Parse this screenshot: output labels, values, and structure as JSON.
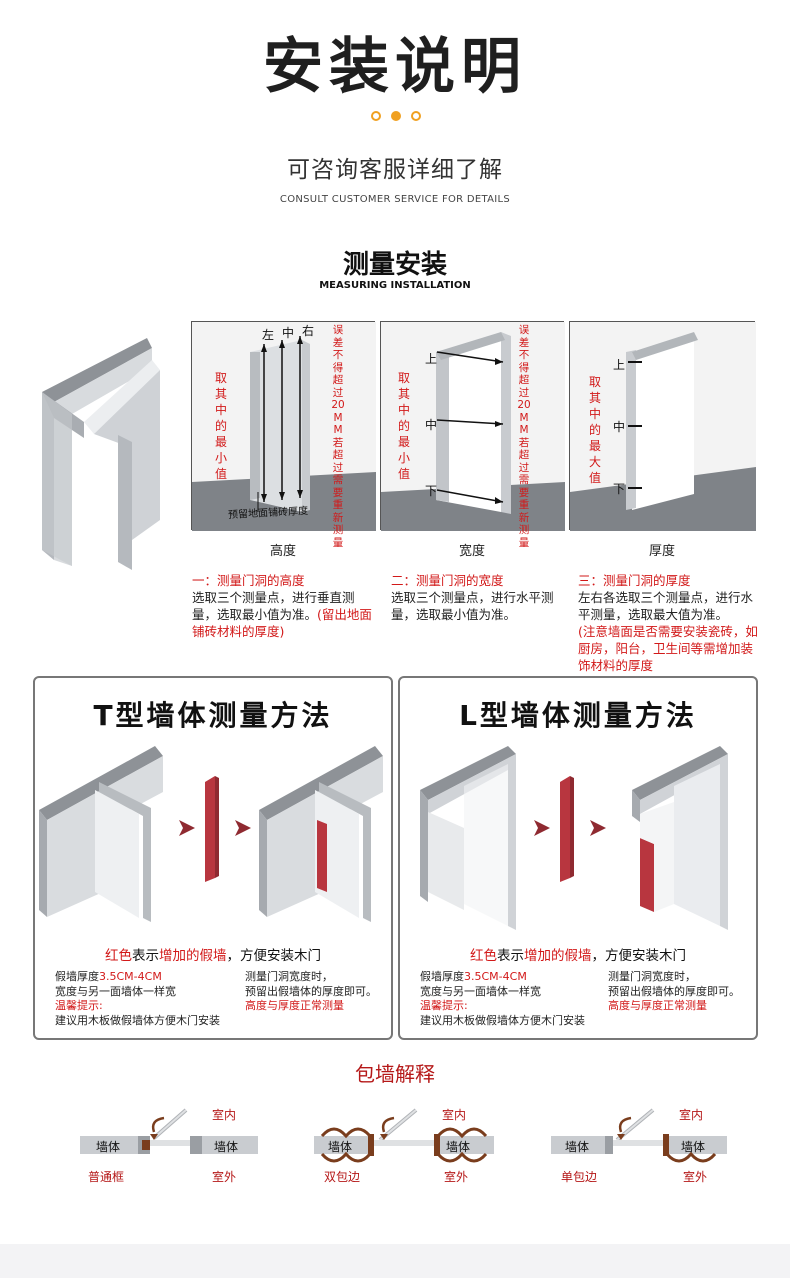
{
  "header": {
    "title": "安装说明",
    "subtitle_cn": "可咨询客服详细了解",
    "subtitle_en": "CONSULT CUSTOMER SERVICE FOR DETAILS"
  },
  "measure": {
    "title": "测量安装",
    "title_en": "MEASURING INSTALLATION",
    "panels": [
      {
        "caption": "高度",
        "markers": [
          "左",
          "中",
          "右"
        ],
        "left_note": "取其中的最小值",
        "right_note": "误差不得超过20MM若超过需要重新测量",
        "floor_note": "预留地面铺砖厚度",
        "desc_title": "一：测量门洞的高度",
        "desc_body": "选取三个测量点，进行垂直测量，选取最小值为准。",
        "desc_red": "(留出地面铺砖材料的厚度)"
      },
      {
        "caption": "宽度",
        "markers": [
          "上",
          "中",
          "下"
        ],
        "left_note": "取其中的最小值",
        "right_note": "误差不得超过20MM若超过需要重新测量",
        "desc_title": "二：测量门洞的宽度",
        "desc_body": "选取三个测量点，进行水平测量，选取最小值为准。"
      },
      {
        "caption": "厚度",
        "markers": [
          "上",
          "中",
          "下"
        ],
        "left_note": "取其中的最大值",
        "desc_title": "三：测量门洞的厚度",
        "desc_body": "左右各选取三个测量点，进行水平测量，选取最大值为准。",
        "desc_red": "(注意墙面是否需要安装瓷砖，如厨房，阳台，卫生间等需增加装饰材料的厚度"
      }
    ]
  },
  "t_wall": {
    "title": "T型墙体测量方法",
    "note_red1": "红色",
    "note_mid": "表示",
    "note_red2": "增加的假墙",
    "note_end": "，方便安装木门",
    "thick_label": "假墙厚度",
    "thick_value": "3.5CM-4CM",
    "same_width": "宽度与另一面墙体一样宽",
    "tip_title": "温馨提示:",
    "tip_body": "建议用木板做假墙体方便木门安装",
    "right_line1": "测量门洞宽度时，",
    "right_line2": "预留出假墙体的厚度即可。",
    "right_red": "高度与厚度正常测量"
  },
  "l_wall": {
    "title": "L型墙体测量方法",
    "note_red1": "红色",
    "note_mid": "表示",
    "note_red2": "增加的假墙",
    "note_end": "，方便安装木门",
    "thick_label": "假墙厚度",
    "thick_value": "3.5CM-4CM",
    "same_width": "宽度与另一面墙体一样宽",
    "tip_title": "温馨提示:",
    "tip_body": "建议用木板做假墙体方便木门安装",
    "right_line1": "测量门洞宽度时，",
    "right_line2": "预留出假墙体的厚度即可。",
    "right_red": "高度与厚度正常测量"
  },
  "wrap": {
    "title": "包墙解释",
    "items": [
      {
        "wall_left": "墙体",
        "wall_right": "墙体",
        "inside": "室内",
        "outside": "室外",
        "type": "普通框"
      },
      {
        "wall_left": "墙体",
        "wall_right": "墙体",
        "inside": "室内",
        "outside": "室外",
        "type": "双包边"
      },
      {
        "wall_left": "墙体",
        "wall_right": "墙体",
        "inside": "室内",
        "outside": "室外",
        "type": "单包边"
      }
    ]
  },
  "colors": {
    "accent_orange": "#f0a020",
    "red_text": "#d21919",
    "fake_wall": "#b8363f",
    "wall_gray": "#c9ccd0",
    "trim_brown": "#7a3d1d"
  }
}
